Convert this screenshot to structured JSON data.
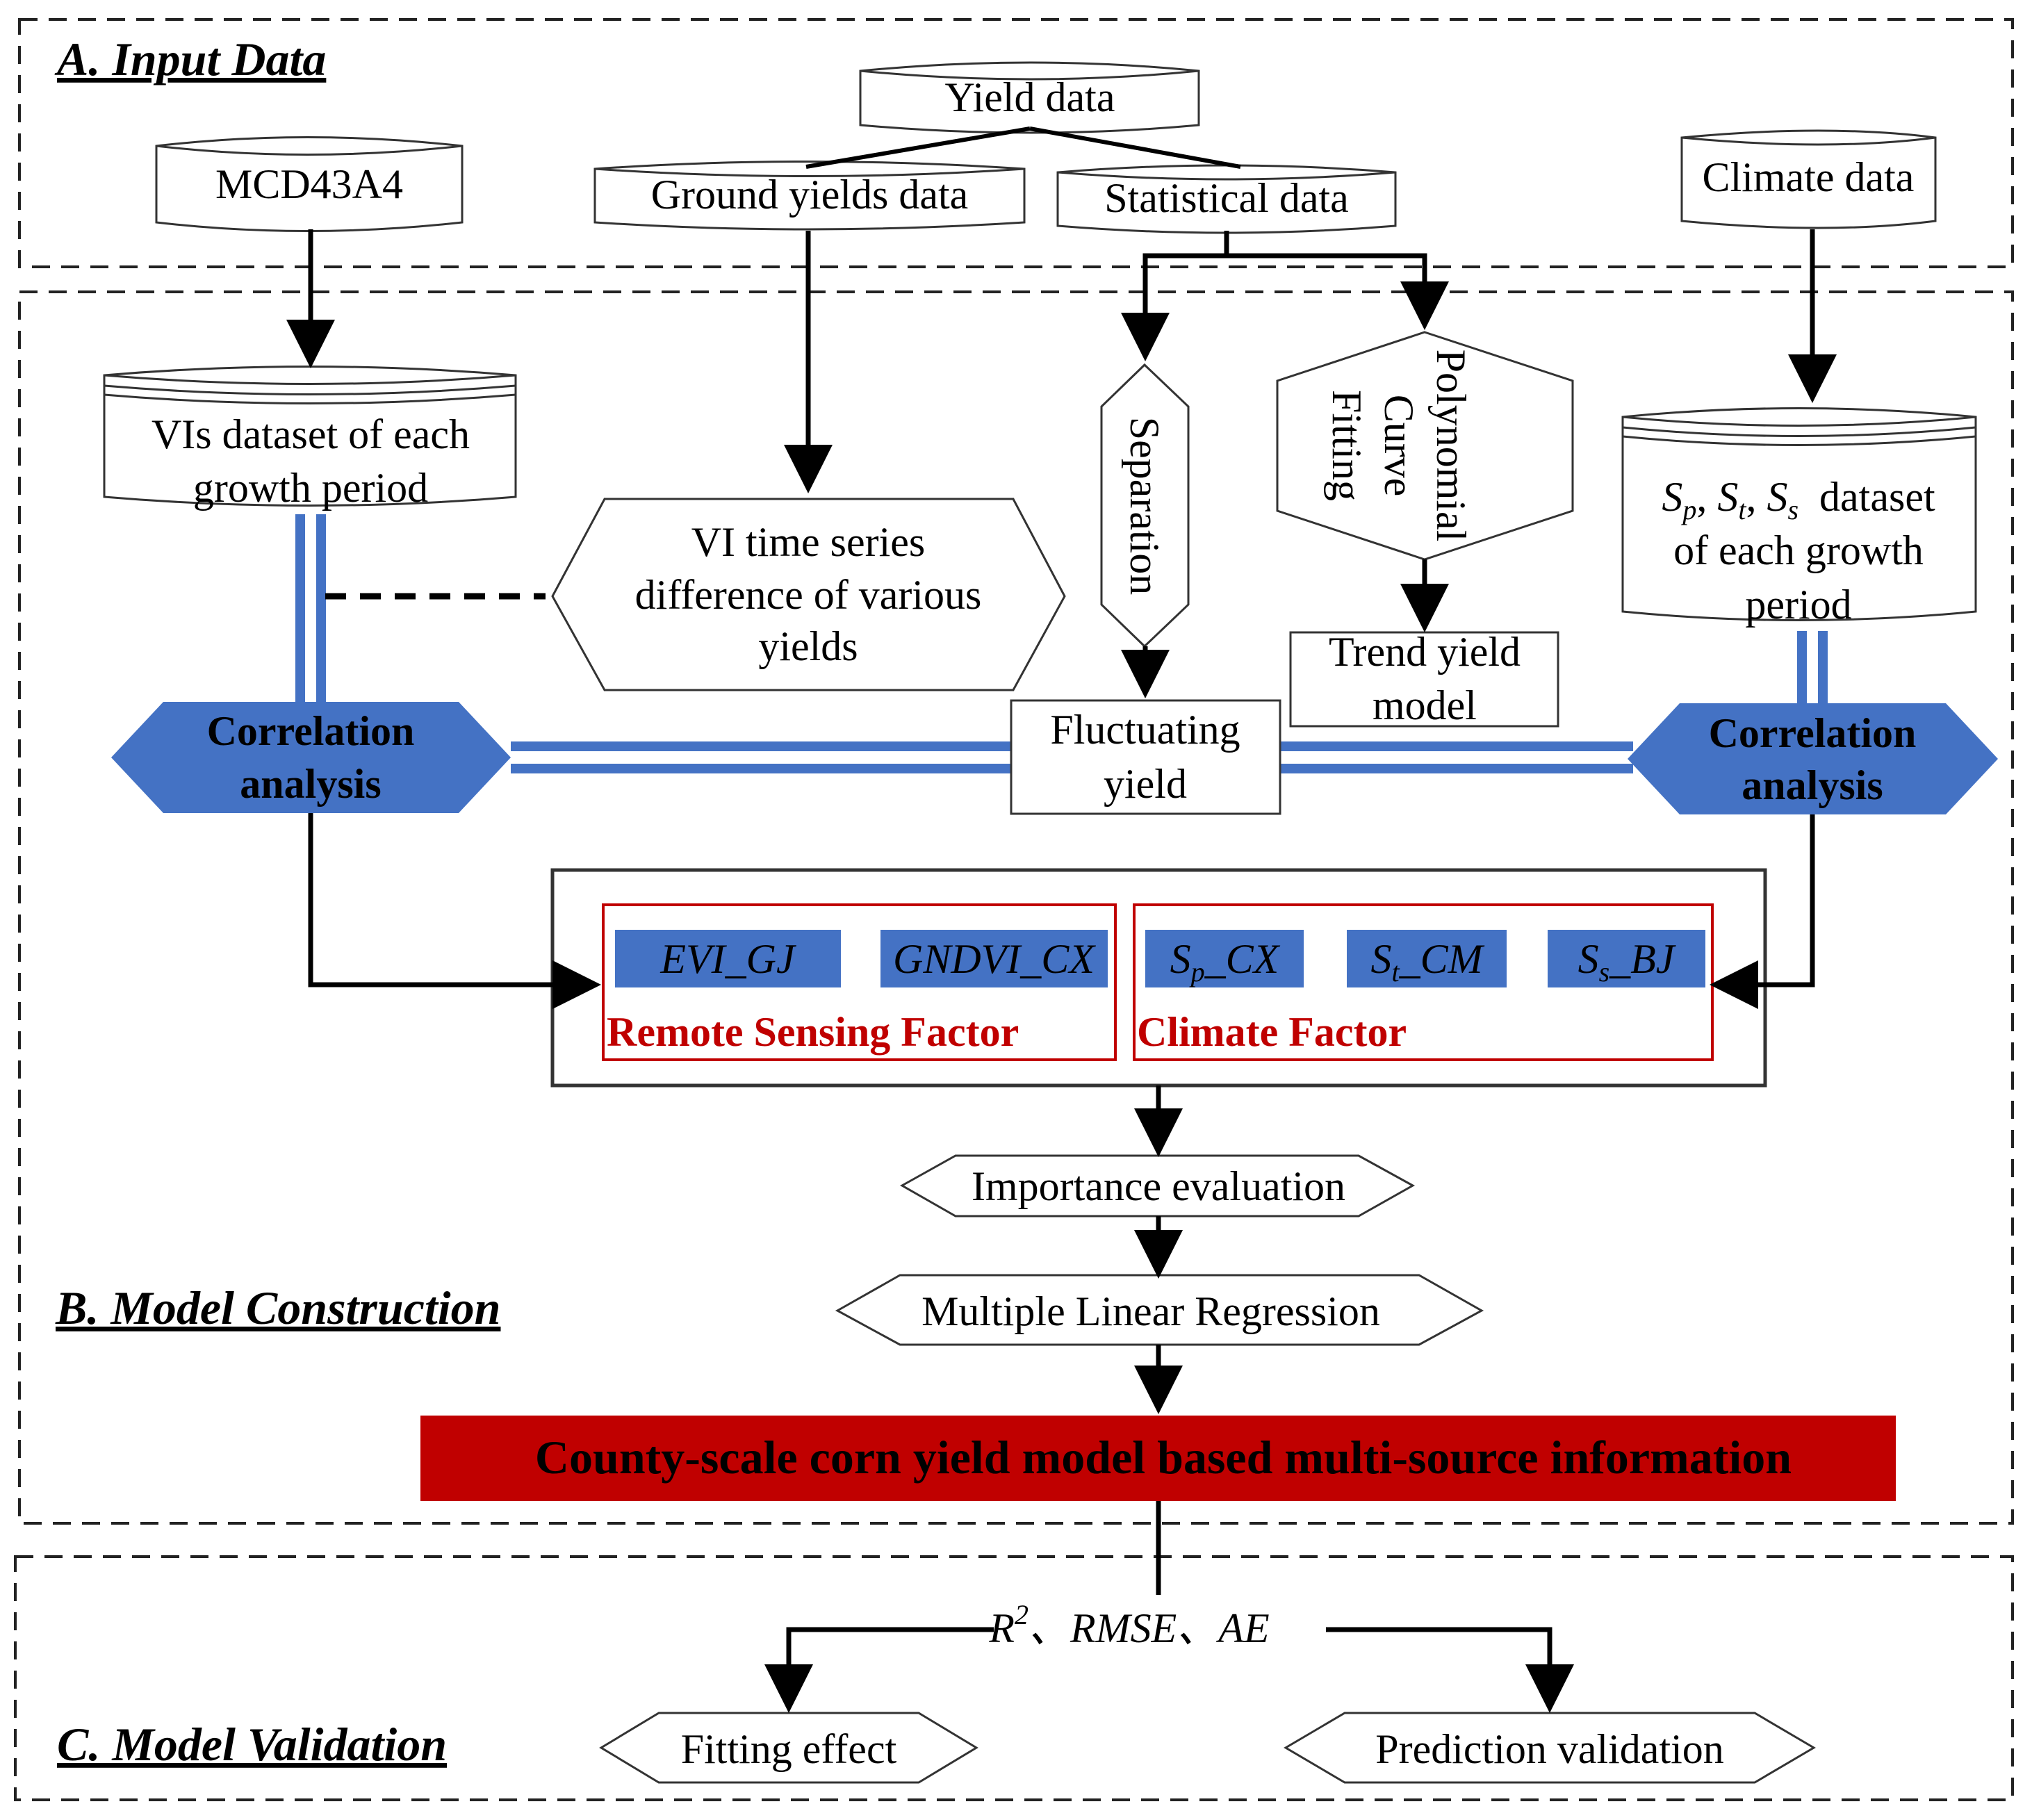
{
  "sections": {
    "input": "A. Input Data",
    "model": "B.  Model Construction",
    "validation": "C. Model Validation"
  },
  "inputs": {
    "mcd": "MCD43A4",
    "yield": "Yield data",
    "ground": "Ground yields data",
    "statistical": "Statistical data",
    "climate": "Climate data"
  },
  "vis_dataset": [
    "VIs dataset of each",
    "growth period"
  ],
  "vi_series": [
    "VI time series",
    "difference of various",
    "yields"
  ],
  "separation": "Separation",
  "polynomial": [
    "Polynomial",
    "Curve",
    "Fitting"
  ],
  "trend": [
    "Trend yield",
    "model"
  ],
  "fluctuating": [
    "Fluctuating",
    "yield"
  ],
  "climate_dataset": {
    "sp": "S",
    "sp_sub": "p",
    "st": "S",
    "st_sub": "t",
    "ss": "S",
    "ss_sub": "s",
    "sep": ",",
    "rest": "dataset",
    "lines": [
      "of each growth",
      "period"
    ]
  },
  "correlation": [
    "Correlation",
    "analysis"
  ],
  "factors": {
    "rs": [
      "EVI_GJ",
      "GNDVI_CX"
    ],
    "rs_label": "Remote Sensing Factor",
    "cl": [
      {
        "base": "S",
        "sub": "p",
        "tail": "_CX"
      },
      {
        "base": "S",
        "sub": "t",
        "tail": "_CM"
      },
      {
        "base": "S",
        "sub": "s",
        "tail": "_BJ"
      }
    ],
    "cl_label": "Climate Factor"
  },
  "importance": "Importance evaluation",
  "mlr": "Multiple Linear Regression",
  "final_model": "County-scale corn yield model based multi-source information",
  "metrics": {
    "r": "R",
    "r_sup": "2",
    "rest": "、RMSE、AE"
  },
  "fitting": "Fitting effect",
  "prediction": "Prediction validation",
  "colors": {
    "blue": "#4472c4",
    "red": "#c00000",
    "factor_border": "#c00000",
    "black": "#000000"
  }
}
